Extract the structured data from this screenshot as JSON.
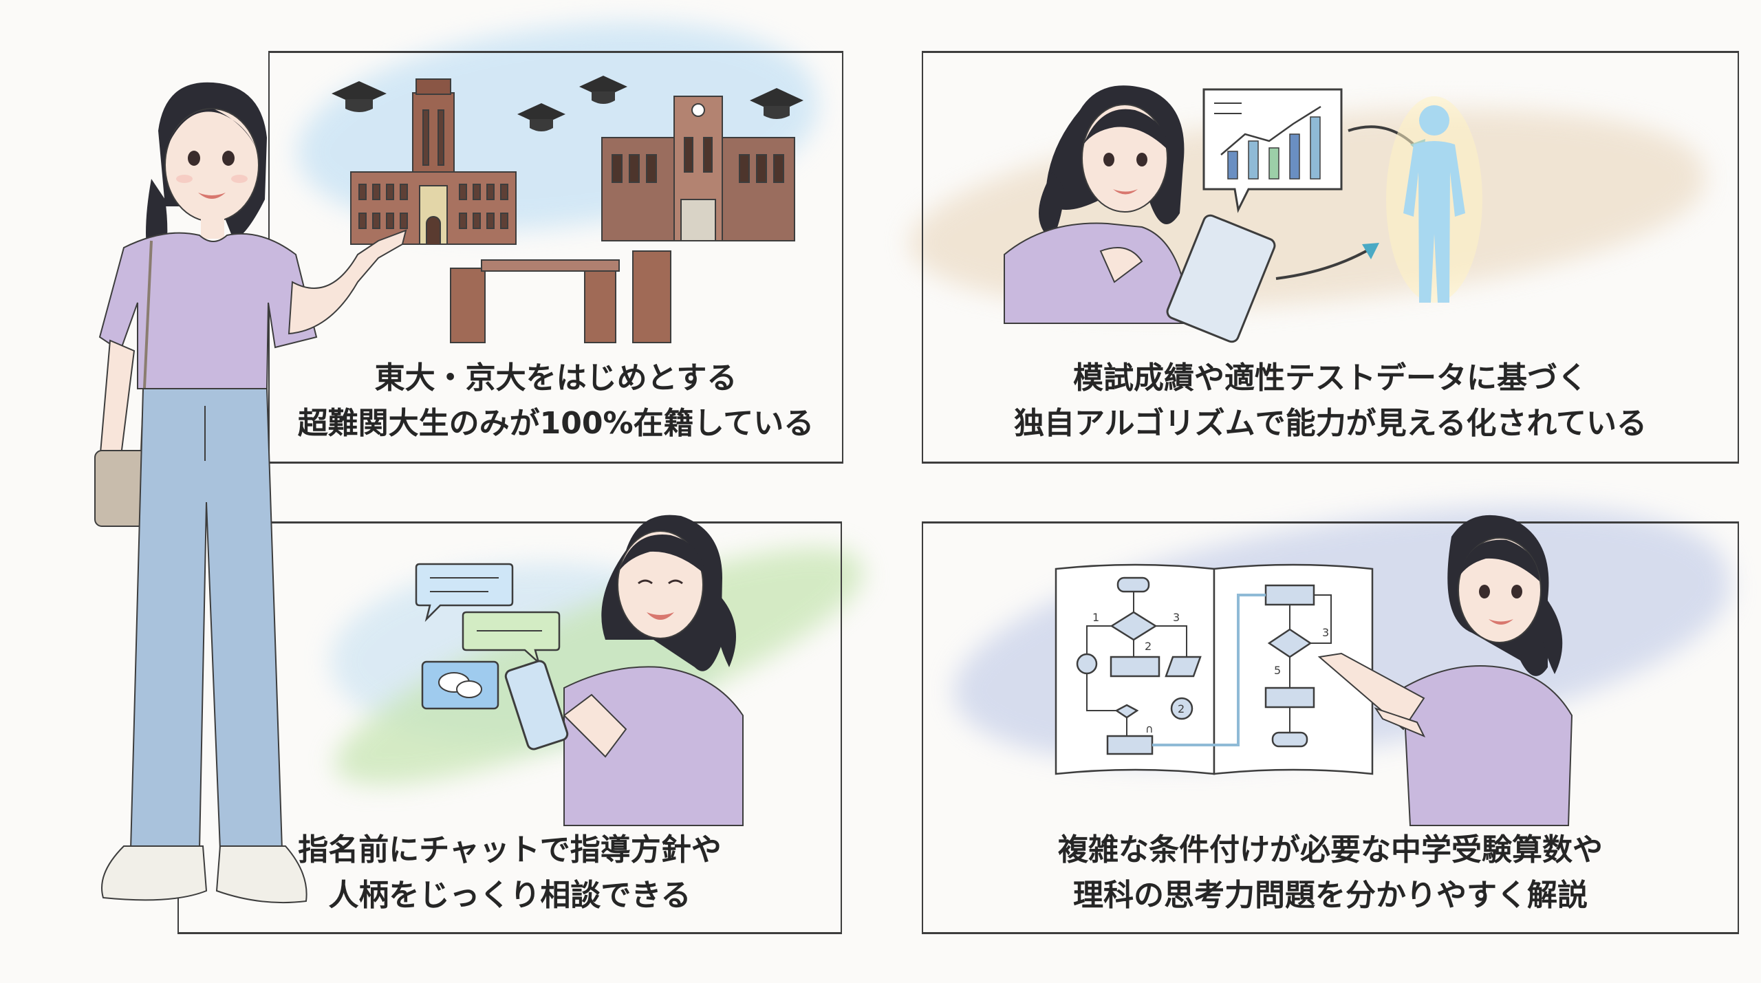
{
  "panels": [
    {
      "line1": "東大・京大をはじめとする",
      "line2": "超難関大生のみが100%在籍している"
    },
    {
      "line1": "模試成績や適性テストデータに基づく",
      "line2": "独自アルゴリズムで能力が見える化されている"
    },
    {
      "line1": "指名前にチャットで指導方針や",
      "line2": "人柄をじっくり相談できる"
    },
    {
      "line1": "複雑な条件付けが必要な中学受験算数や",
      "line2": "理科の思考力問題を分かりやすく解説"
    }
  ],
  "flowchart": {
    "n1": "1",
    "n2": "2",
    "n3": "3",
    "n5": "5",
    "n3b": "3",
    "circle": "2",
    "cap": "∩"
  },
  "colors": {
    "shirt": "#c9b9de",
    "jeans": "#a9c2dc",
    "sky_wash": "#bcdcf2",
    "sand_wash": "#ead7be",
    "green_wash": "#b9dea0",
    "blue_wash": "#c4cde6",
    "line": "#3d3d3d"
  }
}
